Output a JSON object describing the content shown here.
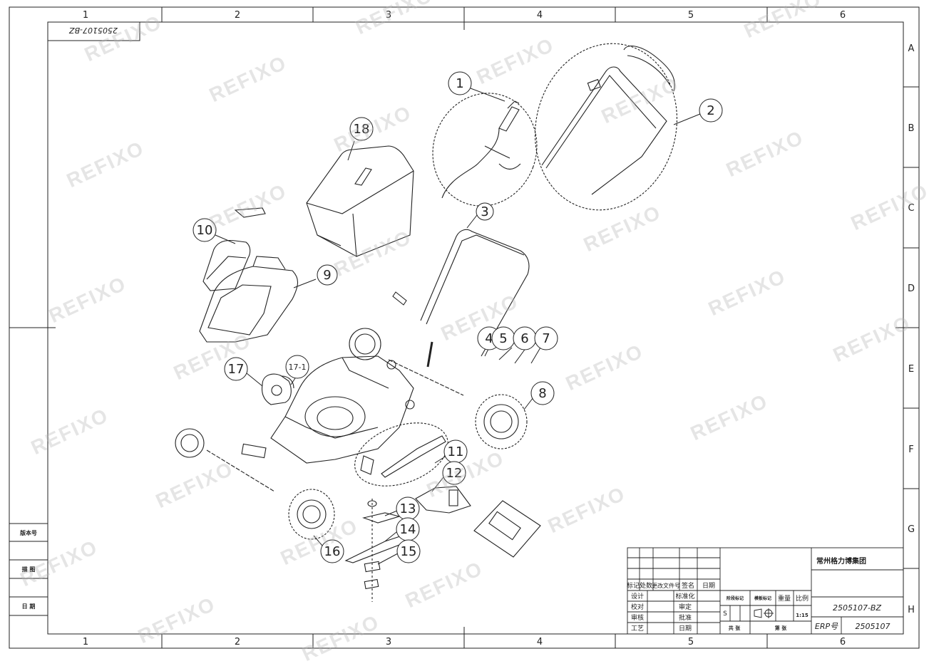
{
  "drawing_number_top": "2505107-BZ",
  "grid": {
    "columns": [
      "1",
      "2",
      "3",
      "4",
      "5",
      "6"
    ],
    "rows": [
      "A",
      "B",
      "C",
      "D",
      "E",
      "F",
      "G",
      "H"
    ]
  },
  "watermark": "REFIXO",
  "callouts": [
    "1",
    "2",
    "3",
    "4",
    "5",
    "6",
    "7",
    "8",
    "9",
    "10",
    "11",
    "12",
    "13",
    "14",
    "15",
    "16",
    "17",
    "17-1",
    "18"
  ],
  "left_stamp": [
    "版本号",
    "描 图",
    "日 期"
  ],
  "title_block": {
    "company": "常州格力博集团",
    "drawing_number": "2505107-BZ",
    "erp_label": "ERP号",
    "erp_value": "2505107",
    "rev_headers": [
      "标记",
      "处数",
      "更改文件号",
      "签名",
      "日期"
    ],
    "sign_left": [
      "设计",
      "校对",
      "审核",
      "工艺"
    ],
    "sign_mid": [
      "标准化",
      "审定",
      "批准",
      "日期"
    ],
    "stage_label": "阶段标记",
    "weight_label": "重量",
    "ratio_label": "比例",
    "material_label": "模板标记",
    "stage_value": "S",
    "ratio_value": "1:15",
    "sheet_total": "共 张",
    "sheet_no": "第 张"
  },
  "colors": {
    "line": "#222222",
    "watermark": "#b4b4b4"
  }
}
